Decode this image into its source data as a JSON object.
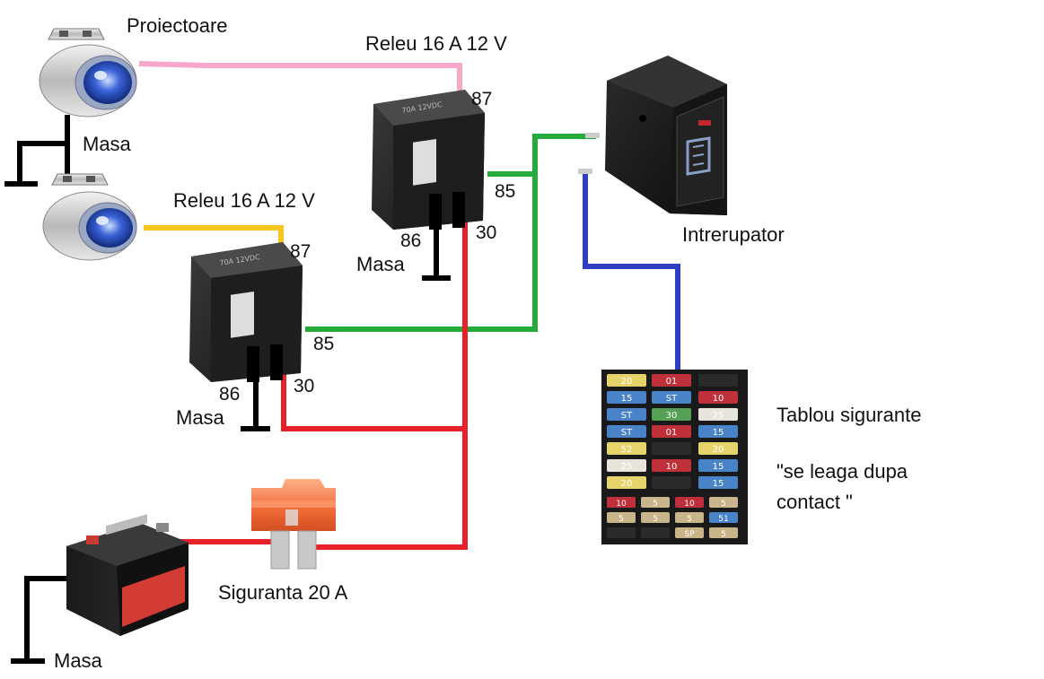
{
  "labels": {
    "proiectoare": "Proiectoare",
    "masa_top": "Masa",
    "releu_top": "Releu 16 A 12 V",
    "releu_bottom": "Releu 16 A 12 V",
    "pin87_top": "87",
    "pin85_top": "85",
    "pin86_top": "86",
    "pin30_top": "30",
    "masa_relay_top": "Masa",
    "pin87_bottom": "87",
    "pin85_bottom": "85",
    "pin86_bottom": "86",
    "pin30_bottom": "30",
    "masa_relay_bottom": "Masa",
    "intrerupator": "Intrerupator",
    "tablou": "Tablou sigurante",
    "note_line1": "\"se leaga dupa",
    "note_line2": "contact \"",
    "siguranta": "Siguranta 20 A",
    "masa_battery": "Masa"
  },
  "relay_print": "70A 12VDC",
  "fuse_box": {
    "rows": [
      [
        "20",
        "01",
        ""
      ],
      [
        "15",
        "ST",
        "10"
      ],
      [
        "ST",
        "30",
        "25"
      ],
      [
        "ST",
        "01",
        "15"
      ],
      [
        "52",
        "",
        "20"
      ],
      [
        "25",
        "10",
        "15"
      ],
      [
        "20",
        "",
        "15"
      ]
    ],
    "bottom_rows": [
      [
        "10",
        "5",
        "10",
        "5"
      ],
      [
        "5",
        "5",
        "5",
        "51"
      ],
      [
        "",
        "",
        "SP",
        "5"
      ]
    ]
  },
  "colors": {
    "pink": "#f7a7c9",
    "yellow": "#f7c51e",
    "green": "#23ab3c",
    "red": "#e8202a",
    "blue": "#2f3fc4",
    "black": "#000000"
  }
}
